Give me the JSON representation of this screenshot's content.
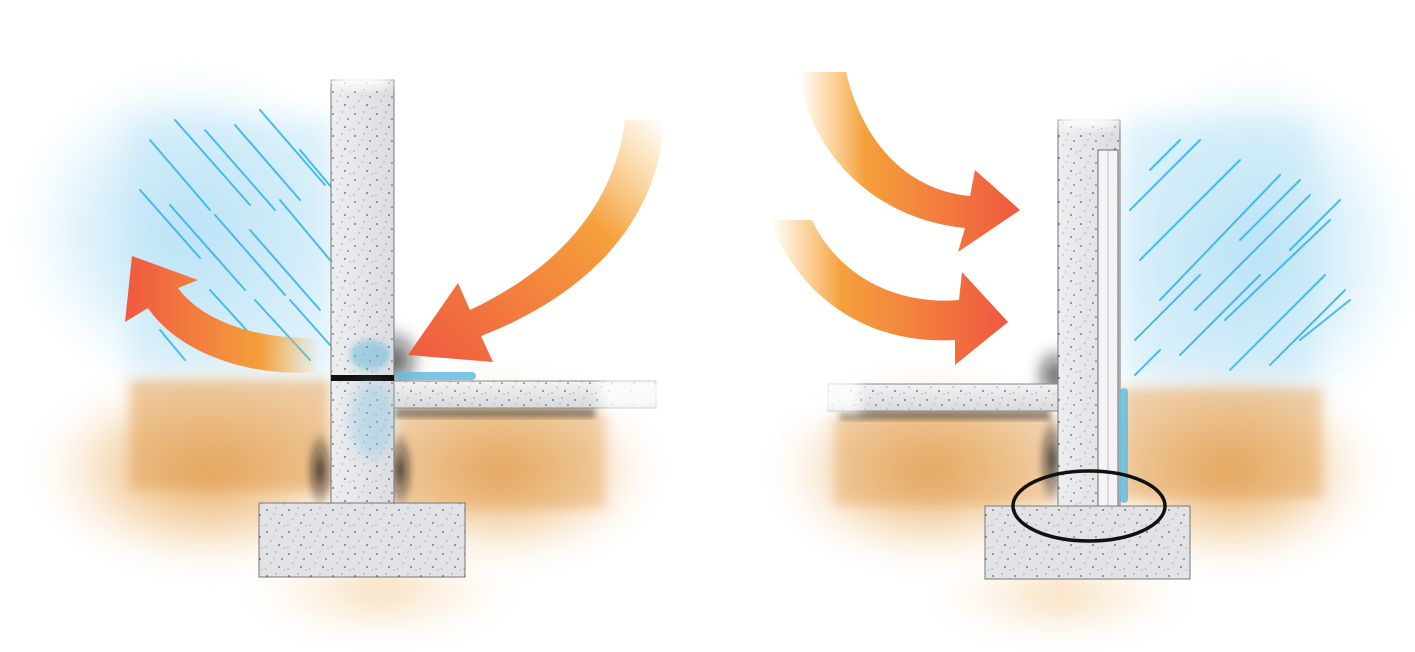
{
  "panels": [
    {
      "id": "left",
      "wall": "foundation-wall",
      "footing": "footing",
      "slab": "floor-slab",
      "rain": "rain-streaks",
      "soil": "soil",
      "arrows": [
        "heat-arrow-in",
        "heat-arrow-out"
      ],
      "joint": "cold-joint",
      "moisture": "moisture-spot"
    },
    {
      "id": "right",
      "wall": "foundation-wall",
      "footing": "footing",
      "slab": "floor-slab",
      "rain": "rain-streaks",
      "soil": "soil",
      "arrows": [
        "heat-arrow-upper",
        "heat-arrow-lower"
      ],
      "insulation": "insulation-layer",
      "highlight": "highlight-ellipse"
    }
  ],
  "colors": {
    "rain": "#2fb4ea",
    "rain_glow": "#bfe6f8",
    "soil": "#e2a25a",
    "soil_light": "#f4d3a0",
    "concrete": "#e6e7ea",
    "arrow_head": "#ef5a45",
    "arrow_tail": "#f6a13a",
    "shadow": "#1a1a1a",
    "outline": "#111111"
  }
}
